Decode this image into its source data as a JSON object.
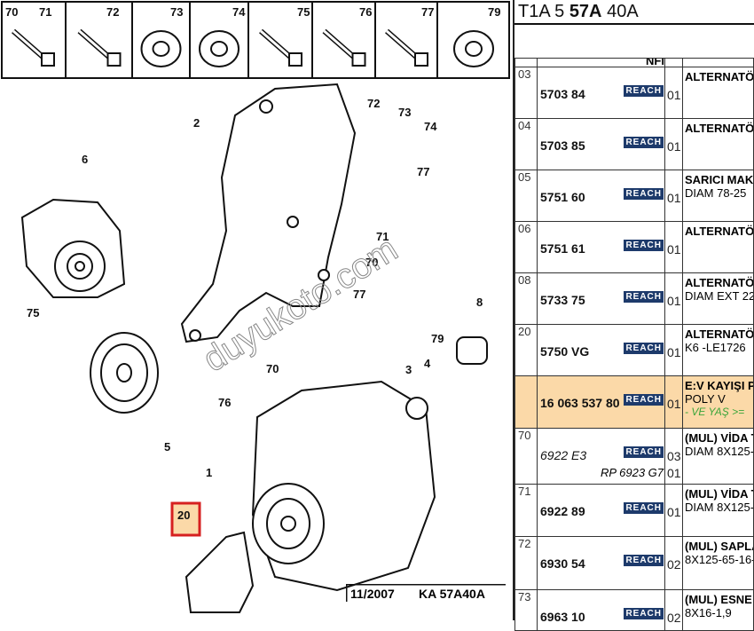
{
  "header": {
    "title_prefix": "T1A 5 ",
    "title_bold": "57A",
    "title_suffix": " 40A",
    "column_nfi": "NFI"
  },
  "parts_strip": [
    "70",
    "71",
    "72",
    "73",
    "74",
    "75",
    "76",
    "77",
    "79"
  ],
  "diagram": {
    "callouts": [
      "1",
      "2",
      "3",
      "4",
      "5",
      "6",
      "8",
      "70",
      "71",
      "72",
      "73",
      "74",
      "75",
      "76",
      "77",
      "77",
      "79",
      "70"
    ],
    "highlighted_callout": "20",
    "date": "11/2007",
    "ref": "KA 57A40A",
    "watermark": "duyukoto.com"
  },
  "colors": {
    "reach": "#1d3a6b",
    "highlight_row": "#fbd9a8",
    "highlight_box": "#d62020",
    "note_green": "#3aa53a"
  },
  "rows": [
    {
      "ref": "03",
      "part": "5703 84",
      "badge": "REACH",
      "qty": "01",
      "desc1": "ALTERNATÖ",
      "desc2": ""
    },
    {
      "ref": "04",
      "part": "5703 85",
      "badge": "REACH",
      "qty": "01",
      "desc1": "ALTERNATÖ",
      "desc2": ""
    },
    {
      "ref": "05",
      "part": "5751 60",
      "badge": "REACH",
      "qty": "01",
      "desc1": "SARICI MAK",
      "desc2": "DIAM 78-25"
    },
    {
      "ref": "06",
      "part": "5751 61",
      "badge": "REACH",
      "qty": "01",
      "desc1": "ALTERNATÖ",
      "desc2": ""
    },
    {
      "ref": "08",
      "part": "5733 75",
      "badge": "REACH",
      "qty": "01",
      "desc1": "ALTERNATÖ",
      "desc2": "DIAM EXT 22"
    },
    {
      "ref": "20",
      "part": "5750 VG",
      "badge": "REACH",
      "qty": "01",
      "desc1": "ALTERNATÖ",
      "desc2": "K6 -LE1726"
    },
    {
      "ref": "",
      "part": "16 063 537 80",
      "badge": "REACH",
      "qty": "01",
      "desc1": "E:V KAYIŞI P",
      "desc2": "POLY V",
      "note": "- VE YAŞ >="
    },
    {
      "ref": "70",
      "part": "6922 E3",
      "badge": "REACH",
      "qty": "03",
      "desc1": "(MUL) VİDA T",
      "desc2": "DIAM 8X125-",
      "replacement": "RP 6923 G7",
      "qty2": "01"
    },
    {
      "ref": "71",
      "part": "6922 89",
      "badge": "REACH",
      "qty": "01",
      "desc1": "(MUL) VİDA T",
      "desc2": "DIAM 8X125-"
    },
    {
      "ref": "72",
      "part": "6930 54",
      "badge": "REACH",
      "qty": "02",
      "desc1": "(MUL) SAPLA",
      "desc2": "8X125-65-16-"
    },
    {
      "ref": "73",
      "part": "6963 10",
      "badge": "REACH",
      "qty": "02",
      "desc1": "(MUL) ESNE",
      "desc2": "8X16-1,9"
    }
  ]
}
